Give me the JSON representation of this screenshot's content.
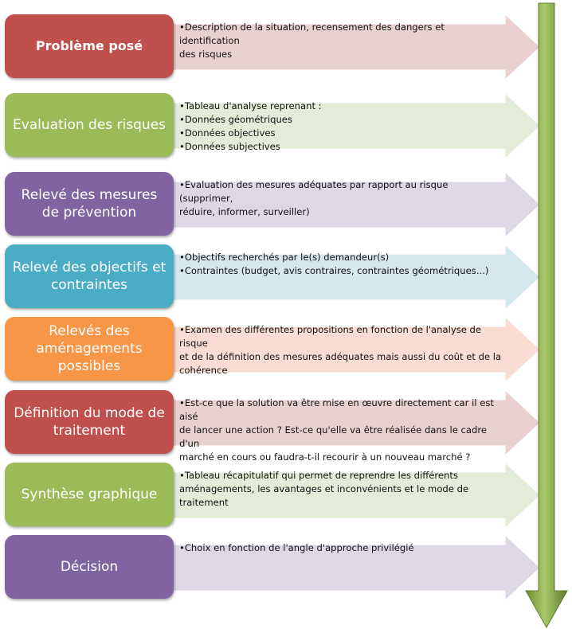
{
  "steps": [
    {
      "title": "Problème posé",
      "bold": true,
      "box_color": "#c0504d",
      "arrow_color": "#ead1d1",
      "lines": [
        "•Description de la situation, recensement des dangers et identification",
        "des risques"
      ]
    },
    {
      "title": "Evaluation des risques",
      "bold": false,
      "box_color": "#9bbb59",
      "arrow_color": "#e3ecd6",
      "lines": [
        "•Tableau d'analyse reprenant :",
        "•Données géométriques",
        "•Données objectives",
        "•Données subjectives"
      ]
    },
    {
      "title": "Relevé des mesures de prévention",
      "bold": false,
      "box_color": "#8064a2",
      "arrow_color": "#ddd8e4",
      "lines": [
        "•Evaluation des mesures adéquates par rapport au risque (supprimer,",
        "réduire, informer, surveiller)"
      ]
    },
    {
      "title": "Relevé des objectifs et contraintes",
      "bold": false,
      "box_color": "#4bacc6",
      "arrow_color": "#d5e8ee",
      "lines": [
        "•Objectifs recherchés par le(s) demandeur(s)",
        "•Contraintes (budget, avis contraires, contraintes géométriques...)"
      ]
    },
    {
      "title": "Relevés des aménagements possibles",
      "bold": false,
      "box_color": "#f79646",
      "arrow_color": "#f9ddd2",
      "lines": [
        "•Examen des différentes propositions  en fonction  de l'analyse de risque",
        "et de la définition  des mesures adéquates mais aussi du coût et de la",
        "cohérence"
      ]
    },
    {
      "title": "Définition du mode de traitement",
      "bold": false,
      "box_color": "#c0504d",
      "arrow_color": "#ead1d1",
      "lines": [
        "•Est-ce que la solution va être mise en œuvre  directement car il est aisé",
        "de lancer une action ?  Est-ce qu'elle va être réalisée dans le cadre d'un",
        "marché en cours ou faudra-t-il recourir à un nouveau marché ?"
      ]
    },
    {
      "title": "Synthèse graphique",
      "bold": false,
      "box_color": "#9bbb59",
      "arrow_color": "#e3ecd6",
      "lines": [
        "•Tableau récapitulatif qui permet de reprendre les différents",
        "aménagements, les avantages et inconvénients  et le mode de",
        "traitement"
      ]
    },
    {
      "title": "Décision",
      "bold": false,
      "box_color": "#8064a2",
      "arrow_color": "#ddd8e4",
      "lines": [
        "•Choix en fonction  de l'angle d'approche privilégié"
      ]
    }
  ],
  "timeline_arrow_color": "#77933c"
}
